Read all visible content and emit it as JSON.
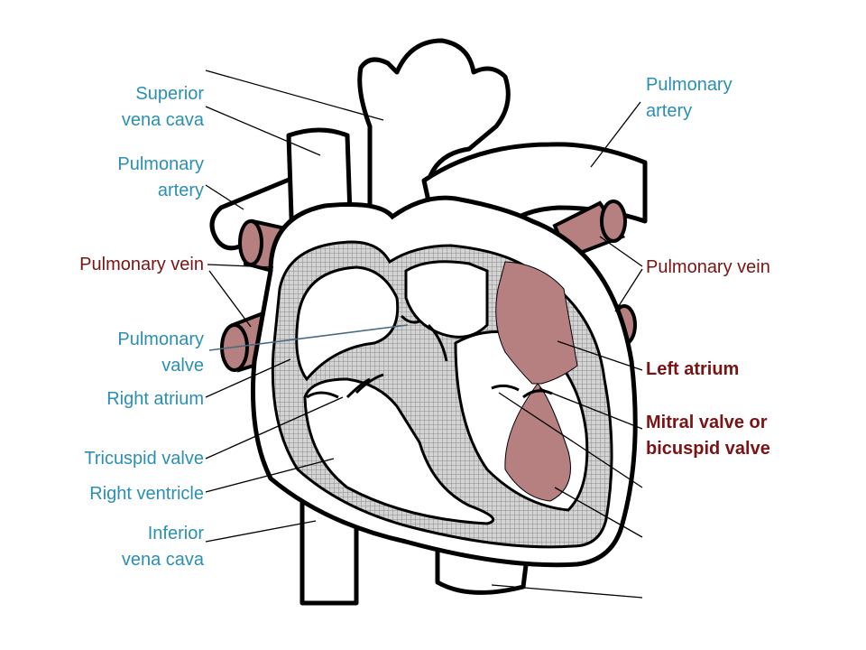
{
  "colors": {
    "blue_label": "#2b8fb5",
    "maroon_label": "#7a1414",
    "oxygenated_fill": "#b78080",
    "outline": "#000000",
    "septum_hatch": "#c9c9c9"
  },
  "labels_left": {
    "superior_vena_cava": [
      "Superior",
      "vena cava"
    ],
    "pulmonary_artery": [
      "Pulmonary",
      "artery"
    ],
    "pulmonary_vein": "Pulmonary vein",
    "pulmonary_valve": [
      "Pulmonary",
      "valve"
    ],
    "right_atrium": "Right atrium",
    "tricuspid_valve": "Tricuspid valve",
    "right_ventricle": "Right ventricle",
    "inferior_vena_cava": [
      "Inferior",
      "vena cava"
    ]
  },
  "labels_right": {
    "pulmonary_artery": [
      "Pulmonary",
      "artery"
    ],
    "pulmonary_vein": "Pulmonary vein",
    "left_atrium": "Left atrium",
    "mitral_valve": [
      "Mitral valve or",
      "bicuspid valve"
    ]
  }
}
